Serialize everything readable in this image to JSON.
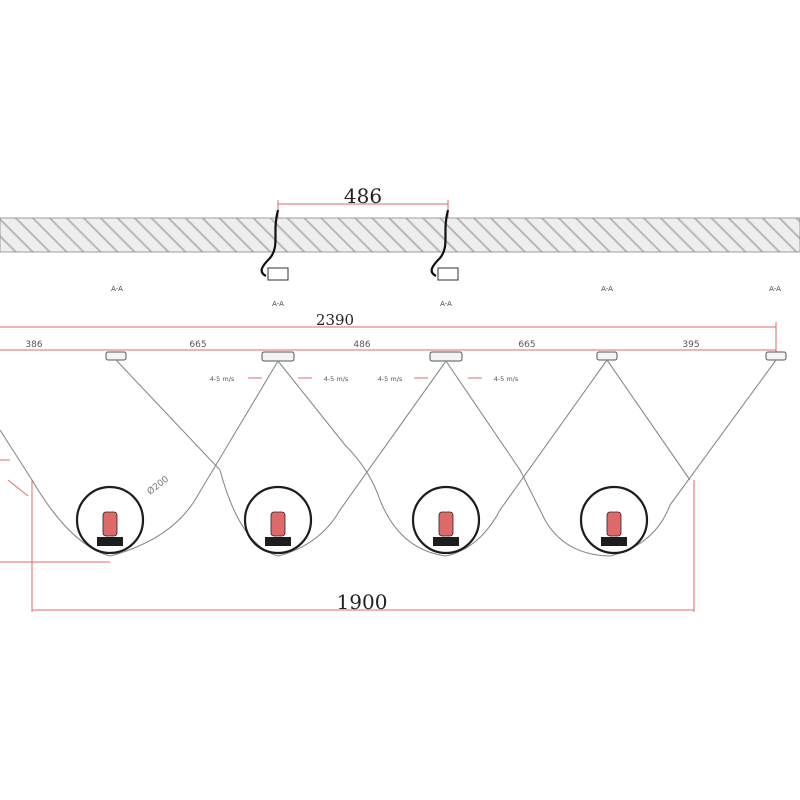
{
  "dimensions": {
    "top_span": "486",
    "overall_width": "2390",
    "bottom_span": "1900",
    "ring_diameter": "Ø200",
    "segments": [
      "386",
      "665",
      "486",
      "665",
      "395"
    ]
  },
  "section_tags": [
    "A-A",
    "A-A",
    "A-A",
    "A-A",
    "A-A"
  ],
  "cable_notes": [
    "4-5 m/s",
    "4-5 m/s",
    "4-5 m/s",
    "4-5 m/s"
  ],
  "colors": {
    "dimension": "#e06a6a",
    "ring": "#1d1d1d",
    "cable": "#8a8a8a",
    "ceiling_hatch": "#b8b8b8"
  }
}
